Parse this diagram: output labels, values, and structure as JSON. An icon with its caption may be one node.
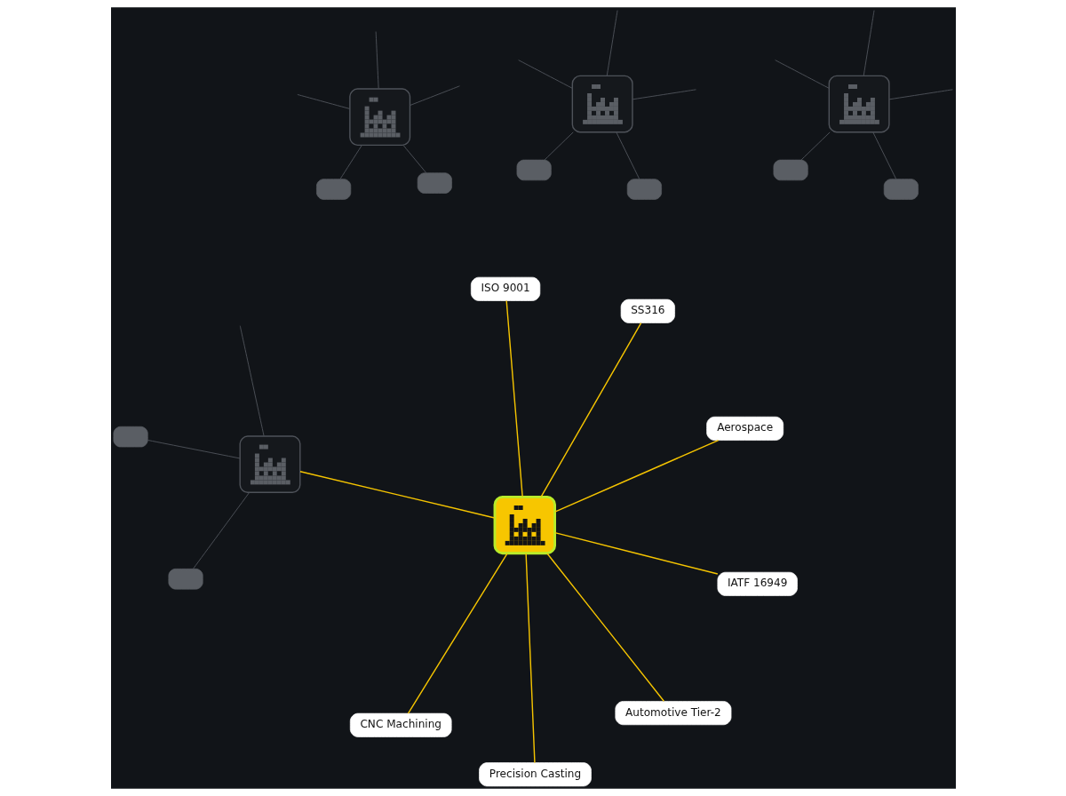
{
  "diagram": {
    "nodes": [
      {
        "text": [],
        "shape": "picture"
      },
      {
        "text": [],
        "shape": "box"
      },
      {
        "text": [],
        "shape": "box"
      },
      {
        "text": [],
        "shape": "box"
      },
      {
        "text": [],
        "shape": "picture"
      },
      {
        "text": [],
        "shape": "box"
      },
      {
        "text": [
          "ISO 9001"
        ]
      },
      {
        "text": [
          "SS316"
        ]
      },
      {
        "text": [],
        "shape": "picture"
      },
      {
        "text": [
          "CNC Machining"
        ]
      },
      {
        "text": [
          "Aerospace"
        ]
      },
      {
        "text": [
          "Precision Casting"
        ]
      },
      {
        "text": [
          "IATF 16949"
        ]
      },
      {
        "text": [
          "Automotive Tier-2"
        ]
      },
      {
        "text": [],
        "shape": "box"
      },
      {
        "text": [],
        "shape": "picture"
      },
      {
        "text": [],
        "shape": "box"
      },
      {
        "text": [],
        "shape": "box"
      },
      {
        "text": [],
        "shape": "picture"
      },
      {
        "text": [],
        "shape": "box"
      }
    ],
    "edges": [
      {
        "from": 8,
        "to": 6,
        "arrow": "none",
        "color": "#f5c400"
      },
      {
        "from": 8,
        "to": 7,
        "arrow": "none",
        "color": "#f5c400"
      },
      {
        "from": 8,
        "to": 9,
        "arrow": "none",
        "color": "#f5c400"
      },
      {
        "from": 8,
        "to": 10,
        "arrow": "none",
        "color": "#f5c400"
      },
      {
        "from": 8,
        "to": 12,
        "arrow": "none",
        "color": "#f5c400"
      },
      {
        "from": 8,
        "to": 13,
        "arrow": "none",
        "color": "#f5c400"
      },
      {
        "from": 8,
        "to": 11,
        "arrow": "none",
        "color": "#f5c400"
      },
      {
        "from": 8,
        "to": 4,
        "arrow": "none",
        "color": "#f5c400"
      },
      {
        "from": 0,
        "to": null,
        "arrow": "none"
      },
      {
        "from": 0,
        "to": null,
        "arrow": "none"
      },
      {
        "from": 0,
        "to": null,
        "arrow": "none"
      },
      {
        "from": 0,
        "to": 1,
        "arrow": "none"
      },
      {
        "from": 0,
        "to": 2,
        "arrow": "none"
      },
      {
        "from": 4,
        "to": 3,
        "arrow": "none"
      },
      {
        "from": 4,
        "to": null,
        "arrow": "none"
      },
      {
        "from": 4,
        "to": 5,
        "arrow": "none"
      },
      {
        "from": 15,
        "to": 14,
        "arrow": "none"
      },
      {
        "from": 15,
        "to": null,
        "arrow": "none"
      },
      {
        "from": 15,
        "to": null,
        "arrow": "none"
      },
      {
        "from": 15,
        "to": 16,
        "arrow": "none"
      },
      {
        "from": 15,
        "to": null,
        "arrow": "none"
      },
      {
        "from": 18,
        "to": 17,
        "arrow": "none"
      },
      {
        "from": 18,
        "to": 19,
        "arrow": "none"
      },
      {
        "from": 18,
        "to": null,
        "arrow": "none"
      },
      {
        "from": 18,
        "to": null,
        "arrow": "none"
      },
      {
        "from": 18,
        "to": null,
        "arrow": "none"
      }
    ]
  }
}
